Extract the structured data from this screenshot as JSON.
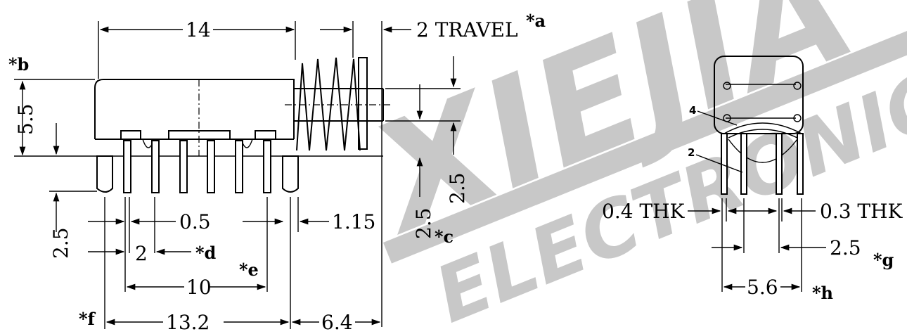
{
  "watermark": {
    "line1": "XIEJIA",
    "line2": "ELECTRONICS",
    "color": "#bfbfbf"
  },
  "side_view": {
    "dims": {
      "width_top": "14",
      "travel": "2 TRAVEL",
      "height_left": "5.5",
      "pin_len_left": "2.5",
      "pin_gap": "0.5",
      "pin_pitch": "2",
      "pin_span": "10",
      "total_base": "13.2",
      "shaft_len": "6.4",
      "pin_thk_right": "1.15",
      "shaft_dia_a": "2.5",
      "shaft_dia_b": "2.5"
    },
    "labels": {
      "a": "*a",
      "b": "*b",
      "c": "*c",
      "d": "*d",
      "e": "*e",
      "f": "*f"
    }
  },
  "front_view": {
    "dims": {
      "thk_left": "0.4 THK",
      "thk_right": "0.3 THK",
      "pitch": "2.5",
      "width": "5.6"
    },
    "labels": {
      "g": "*g",
      "h": "*h"
    },
    "callouts": {
      "c4": "4",
      "c2": "2"
    }
  }
}
